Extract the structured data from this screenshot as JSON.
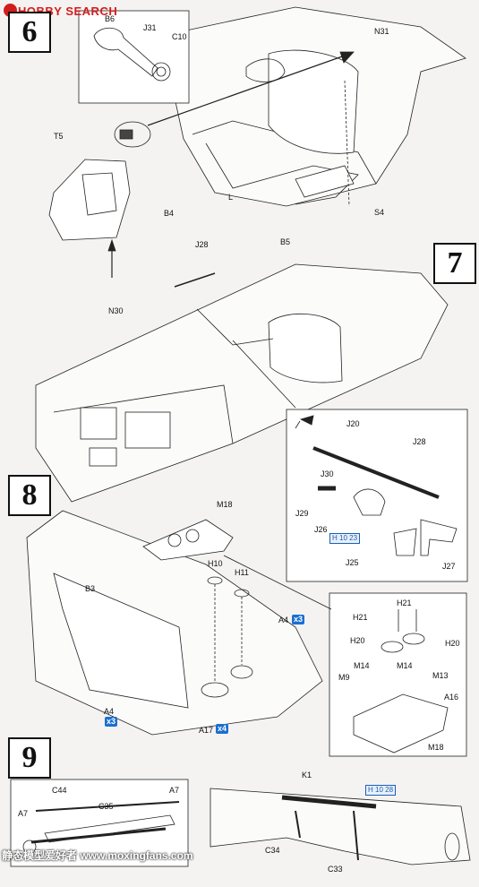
{
  "header": {
    "watermark": "HOBBY SEARCH"
  },
  "steps": {
    "s6": "6",
    "s7": "7",
    "s8": "8",
    "s9": "9"
  },
  "parts": {
    "B6": "B6",
    "J31": "J31",
    "C10": "C10",
    "N31": "N31",
    "T5": "T5",
    "B4": "B4",
    "L": "L",
    "B5": "B5",
    "S4": "S4",
    "J28": "J28",
    "N30": "N30",
    "J20": "J20",
    "J28b": "J28",
    "J30": "J30",
    "J29": "J29",
    "J26": "J26",
    "J25": "J25",
    "J27": "J27",
    "M18": "M18",
    "H10": "H10",
    "H11": "H11",
    "B3": "B3",
    "A4": "A4",
    "A4b": "A4",
    "A17": "A17",
    "H21a": "H21",
    "H21b": "H21",
    "H20a": "H20",
    "H20b": "H20",
    "M14a": "M14",
    "M14b": "M14",
    "M13": "M13",
    "M9": "M9",
    "A16": "A16",
    "M18b": "M18",
    "C44": "C44",
    "A7a": "A7",
    "A7b": "A7",
    "C35": "C35",
    "K1": "K1",
    "C34": "C34",
    "C33": "C33"
  },
  "quantities": {
    "q3a": "x3",
    "q3b": "x3",
    "q4": "x4"
  },
  "badges": {
    "b1": "H 10 23",
    "b2": "H 10 28"
  },
  "footer": {
    "watermark": "静态模型爱好者 www.moxingfans.com"
  },
  "colors": {
    "accent_blue": "#1a6fd1",
    "watermark_red": "#d21d1d",
    "line": "#222222"
  }
}
